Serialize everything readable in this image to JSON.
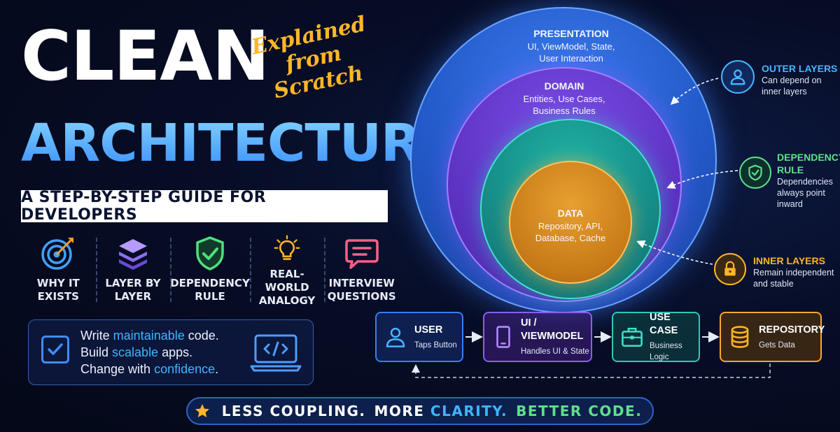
{
  "title": {
    "line1": "CLEAN",
    "line2": "ARCHITECTURE",
    "script_line1": "Explained",
    "script_line2": "from Scratch",
    "subtitle": "A STEP-BY-STEP GUIDE FOR DEVELOPERS"
  },
  "features": [
    {
      "icon": "target-icon",
      "label": "WHY IT\nEXISTS"
    },
    {
      "icon": "layers-icon",
      "label": "LAYER BY\nLAYER"
    },
    {
      "icon": "shield-check-icon",
      "label": "DEPENDENCY\nRULE"
    },
    {
      "icon": "lightbulb-icon",
      "label": "REAL-WORLD\nANALOGY"
    },
    {
      "icon": "chat-icon",
      "label": "INTERVIEW\nQUESTIONS"
    }
  ],
  "promo": {
    "line1_pre": "Write ",
    "line1_hl": "maintainable",
    "line1_post": " code.",
    "line2_pre": "Build ",
    "line2_hl": "scalable",
    "line2_post": " apps.",
    "line3_pre": "Change with ",
    "line3_hl": "confidence",
    "line3_post": "."
  },
  "layers": {
    "presentation": {
      "title": "PRESENTATION",
      "line1": "UI, ViewModel, State,",
      "line2": "User Interaction"
    },
    "domain": {
      "title": "DOMAIN",
      "line1": "Entities, Use Cases,",
      "line2": "Business Rules"
    },
    "data": {
      "title": "DATA",
      "line1": "Repository, API,",
      "line2": "Database, Cache"
    }
  },
  "notes": {
    "outer": {
      "title": "OUTER LAYERS",
      "line1": "Can depend on",
      "line2": "inner layers"
    },
    "dependency": {
      "title_line1": "DEPENDENCY",
      "title_line2": "RULE",
      "line1": "Dependencies",
      "line2": "always point",
      "line3": "inward"
    },
    "inner": {
      "title": "INNER LAYERS",
      "line1": "Remain independent",
      "line2": "and stable"
    }
  },
  "flow": [
    {
      "title": "USER",
      "sub": "Taps Button"
    },
    {
      "title": "UI / VIEWMODEL",
      "sub": "Handles UI & State"
    },
    {
      "title": "USE CASE",
      "sub": "Business Logic"
    },
    {
      "title": "REPOSITORY",
      "sub": "Gets Data"
    }
  ],
  "banner": {
    "part1": "LESS COUPLING.",
    "part2a": "MORE ",
    "part2b": "CLARITY.",
    "part3": "BETTER CODE."
  },
  "colors": {
    "presentation": "#2f6ee0",
    "domain": "#6a3fd8",
    "data_layer": "#19a49a",
    "core": "#e08f24",
    "accent_blue": "#40b4ff",
    "accent_green": "#5fe08a",
    "accent_orange": "#ffb627"
  }
}
